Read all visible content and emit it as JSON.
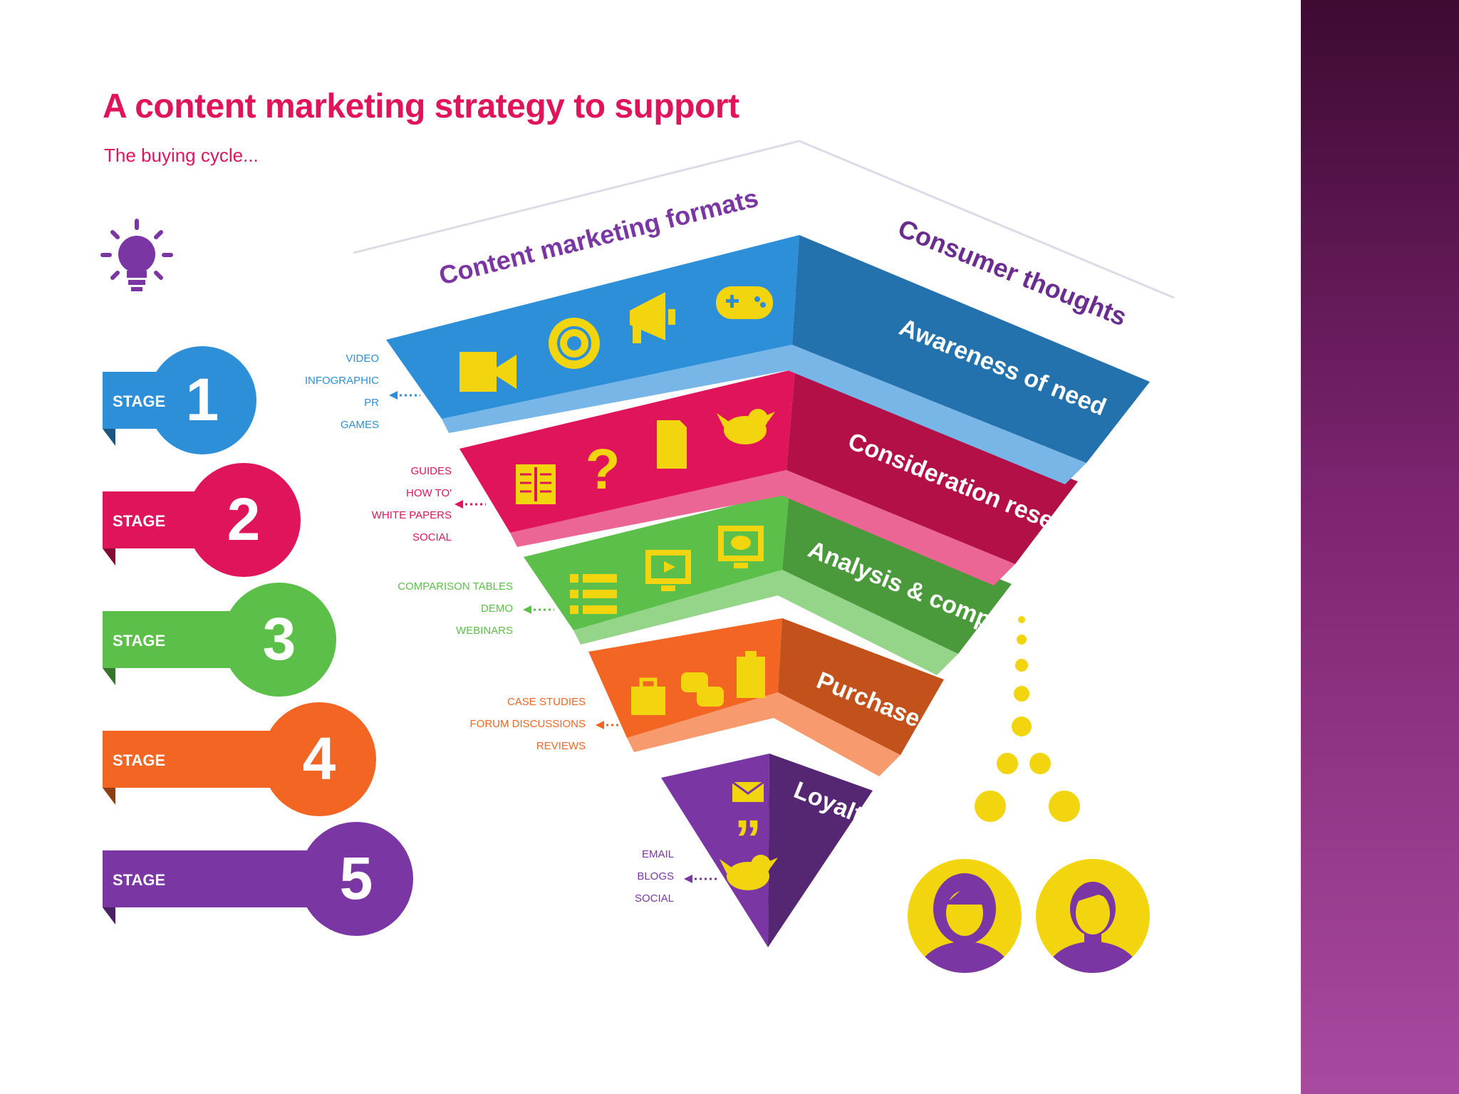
{
  "title": "A content marketing strategy to support",
  "subtitle": "The buying cycle...",
  "formats_heading": "Content marketing formats",
  "thoughts_heading": "Consumer thoughts",
  "stage_word": "STAGE",
  "colors": {
    "blue": "#2d8fd8",
    "pink": "#e0145a",
    "green": "#5cbf4a",
    "orange": "#f26522",
    "purple": "#7a36a3",
    "yellow": "#f2d50f",
    "sidebar_top": "#3e0a32",
    "sidebar_bottom": "#a84aa0"
  },
  "stages": [
    {
      "number": "1",
      "color": "#2d8fd8",
      "thought": "Awareness of need",
      "formats": [
        "VIDEO",
        "INFOGRAPHIC",
        "PR",
        "GAMES"
      ],
      "icons": [
        "video-camera-icon",
        "infographic-icon",
        "megaphone-icon",
        "gamepad-icon"
      ]
    },
    {
      "number": "2",
      "color": "#e0145a",
      "thought": "Consideration research",
      "formats": [
        "GUIDES",
        "HOW TO'",
        "WHITE PAPERS",
        "SOCIAL"
      ],
      "icons": [
        "book-icon",
        "question-mark-icon",
        "document-icon",
        "twitter-bird-icon"
      ]
    },
    {
      "number": "3",
      "color": "#5cbf4a",
      "thought": "Analysis & comparison",
      "formats": [
        "COMPARISON TABLES",
        "DEMO",
        "WEBINARS"
      ],
      "icons": [
        "list-icon",
        "video-play-icon",
        "webinar-icon"
      ]
    },
    {
      "number": "4",
      "color": "#f26522",
      "thought": "Purchase",
      "formats": [
        "CASE STUDIES",
        "FORUM DISCUSSIONS",
        "REVIEWS"
      ],
      "icons": [
        "briefcase-icon",
        "chat-bubbles-icon",
        "clipboard-icon"
      ]
    },
    {
      "number": "5",
      "color": "#7a36a3",
      "thought": "Loyalty",
      "formats": [
        "EMAIL",
        "BLOGS",
        "SOCIAL"
      ],
      "icons": [
        "envelope-icon",
        "quote-icon",
        "twitter-bird-icon"
      ]
    }
  ]
}
